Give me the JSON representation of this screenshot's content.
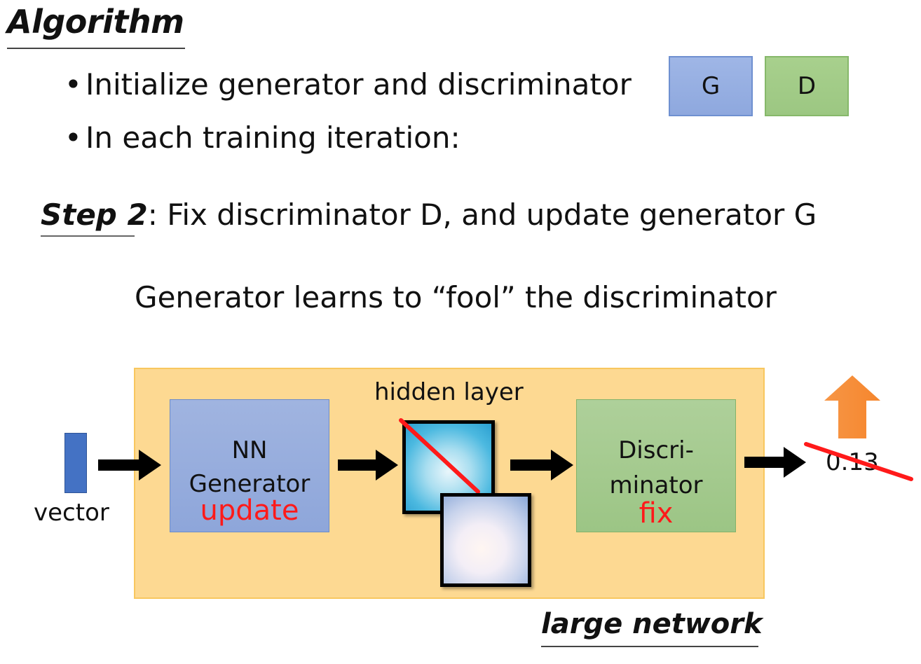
{
  "slide": {
    "title": "Algorithm",
    "bullets": [
      "Initialize generator and discriminator",
      "In each training iteration:"
    ],
    "legend": {
      "generator_label": "G",
      "discriminator_label": "D"
    },
    "step": {
      "label": "Step 2",
      "text": ": Fix discriminator D, and update generator G"
    },
    "subtitle": "Generator learns to “fool” the discriminator",
    "diagram": {
      "vector_label": "vector",
      "generator": {
        "line1": "NN",
        "line2": "Generator",
        "annotation": "update"
      },
      "hidden_layer_label": "hidden layer",
      "discriminator": {
        "line1": "Discri-",
        "line2": "minator",
        "annotation": "fix"
      },
      "output_score": "0.13",
      "score_direction_icon": "up-arrow-icon",
      "network_label": "large network"
    },
    "colors": {
      "generator_blue": "#8ea8de",
      "discriminator_green": "#9cc782",
      "network_box": "#fdd992",
      "annotation_red": "#ff1a1a",
      "arrow_orange": "#f5862d",
      "vector_blue": "#4472c4"
    }
  }
}
